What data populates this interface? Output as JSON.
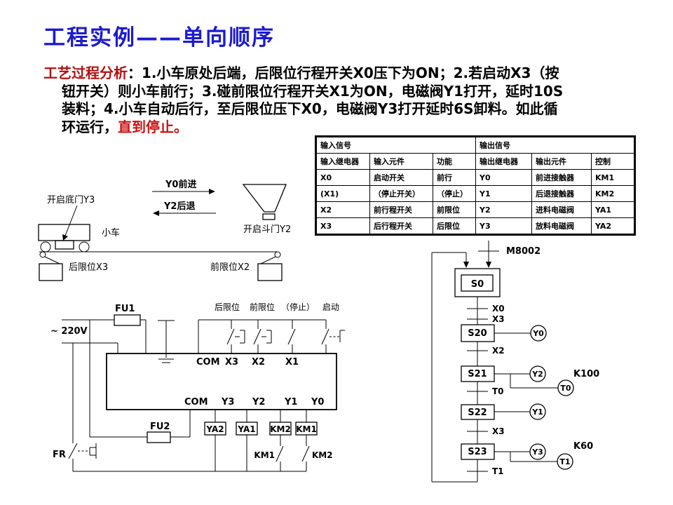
{
  "slide": {
    "title": "工程实例——单向顺序"
  },
  "colors": {
    "title_blue": "#1b1bd0",
    "dark_red": "#b01010",
    "red": "#cc1111",
    "pink": "#ff3d9a",
    "magenta": "#cb2062",
    "black": "#000000"
  },
  "analysis": {
    "lines": [
      [
        {
          "t": "工艺过程分析",
          "c": "dark_red"
        },
        {
          "t": "：1.小车原处后端，后限位行程开关X0压下为ON；2.若启动X3（按",
          "c": "black"
        }
      ],
      [
        {
          "t": "钮开关）则小车前行；3.碰前限位行程开关X1为ON，电磁阀Y1打开，延时10S",
          "c": "black"
        }
      ],
      [
        {
          "t": "装料；4.小车自动后行，至后限位压下X0，电磁阀Y3打开延时6S卸料。如此循",
          "c": "black"
        }
      ],
      [
        {
          "t": "环运行，",
          "c": "black"
        },
        {
          "t": "直到停止。",
          "c": "red"
        }
      ]
    ]
  },
  "io_table": {
    "group_headers": [
      "输入信号",
      "输出信号"
    ],
    "col_headers": [
      "输入继电器",
      "输入元件",
      "功能",
      "输出继电器",
      "输出元件",
      "控制"
    ],
    "rows": [
      [
        "X0",
        "启动开关",
        "前行",
        "Y0",
        "前进接触器",
        "KM1"
      ],
      [
        "(X1)",
        "（停止开关）",
        "（停止）",
        "Y1",
        "后退接触器",
        "KM2"
      ],
      [
        "X2",
        "前行程开关",
        "前限位",
        "Y2",
        "进料电磁阀",
        "YA1"
      ],
      [
        "X3",
        "后行程开关",
        "后限位",
        "Y3",
        "放料电磁阀",
        "YA2"
      ]
    ]
  },
  "cart_diagram": {
    "forward": "Y0前进",
    "backward": "Y2后退",
    "bottom_door": "开启底门Y3",
    "cart": "小车",
    "rear_limit": "后限位X3",
    "front_limit": "前限位X2",
    "hopper_door": "开启斗门Y2"
  },
  "circuit": {
    "power": "~ 220V",
    "fu1": "FU1",
    "fu2": "FU2",
    "fr": "FR",
    "switch_labels": [
      "后限位",
      "前限位",
      "（停止）",
      "启动"
    ],
    "plc_inputs": [
      "COM",
      "X3",
      "X2",
      "X1"
    ],
    "plc_outputs": [
      "COM",
      "Y3",
      "Y2",
      "Y1",
      "Y0"
    ],
    "loads": [
      "YA2",
      "YA1",
      "KM2",
      "KM1"
    ],
    "interlocks": [
      "KM1",
      "KM2"
    ]
  },
  "sfc": {
    "init_transition": "M8002",
    "steps": [
      "S0",
      "S20",
      "S21",
      "S22",
      "S23"
    ],
    "transitions": [
      "X0",
      "X3",
      "X2",
      "T0",
      "X3",
      "T1"
    ],
    "outputs": [
      "Y0",
      "Y2",
      "T0",
      "Y1",
      "Y3",
      "T1"
    ],
    "timers": [
      "K100",
      "K60"
    ]
  }
}
